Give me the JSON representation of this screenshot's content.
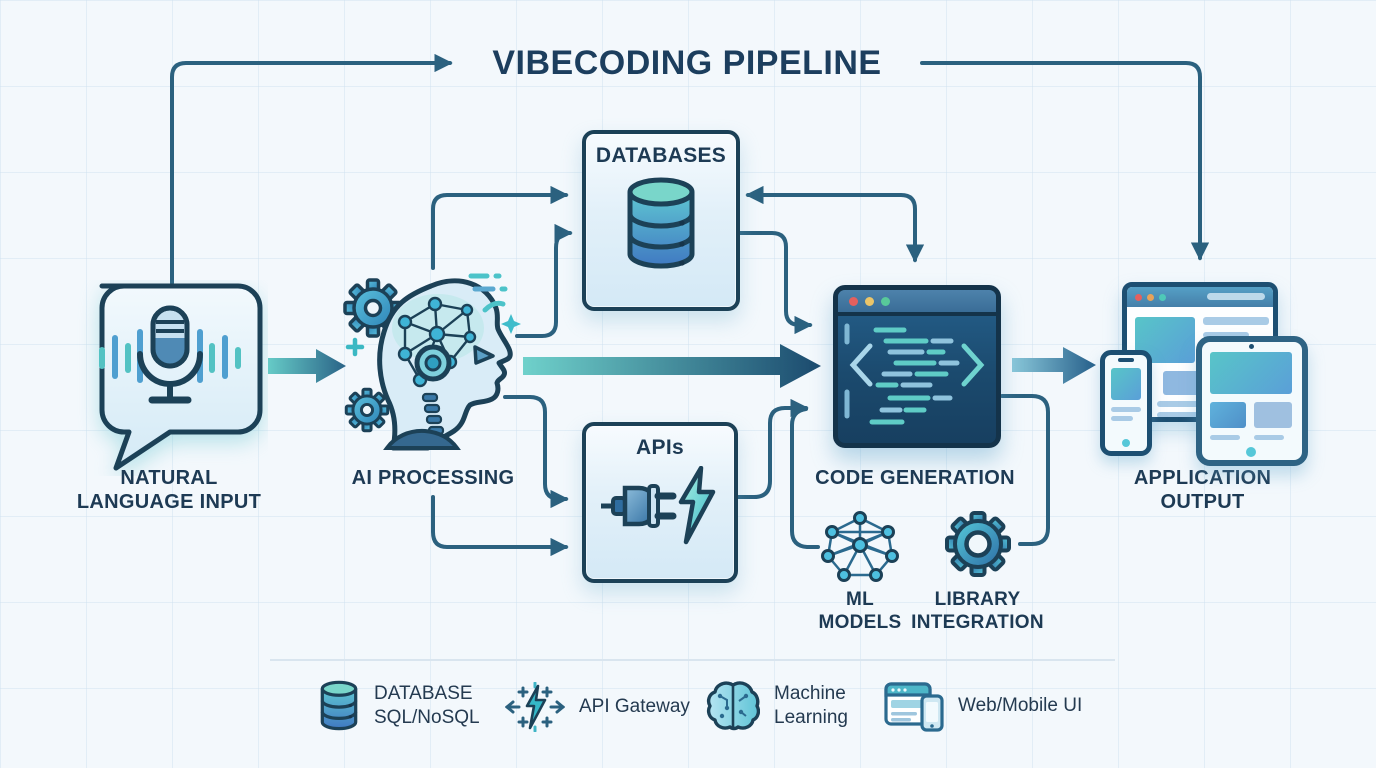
{
  "title": "VIBECODING PIPELINE",
  "nodes": {
    "input": {
      "line1": "NATURAL",
      "line2": "LANGUAGE INPUT"
    },
    "ai": {
      "label": "AI PROCESSING"
    },
    "databases": {
      "label": "DATABASES"
    },
    "apis": {
      "label": "APIs"
    },
    "codegen": {
      "label": "CODE GENERATION"
    },
    "ml": {
      "line1": "ML",
      "line2": "MODELS"
    },
    "library": {
      "line1": "LIBRARY",
      "line2": "INTEGRATION"
    },
    "output": {
      "line1": "APPLICATION",
      "line2": "OUTPUT"
    }
  },
  "legend": {
    "database": {
      "line1": "DATABASE",
      "line2": "SQL/NoSQL"
    },
    "api_gateway": {
      "label": "API Gateway"
    },
    "machine_learning": {
      "line1": "Machine",
      "line2": "Learning"
    },
    "web_mobile": {
      "label": "Web/Mobile UI"
    }
  },
  "icons": {
    "input": "microphone-speech-bubble-icon",
    "ai": "robot-head-gears-icon",
    "databases": "database-cylinder-icon",
    "apis": "plug-lightning-icon",
    "codegen": "code-editor-window-icon",
    "ml": "neural-network-icon",
    "library": "gear-icon",
    "output": "web-mobile-devices-icon",
    "legend": [
      "database-icon",
      "api-gateway-icon",
      "brain-icon",
      "web-mobile-icon"
    ]
  },
  "colors": {
    "accent_teal": "#4ec3c9",
    "accent_navy": "#1c4157",
    "connector": "#2b617f",
    "title_text": "#1c3e5e",
    "codegen_bg": "#1b4a6e",
    "dot_red": "#e4605e",
    "dot_yellow": "#ebc569",
    "dot_green": "#58c99a"
  }
}
